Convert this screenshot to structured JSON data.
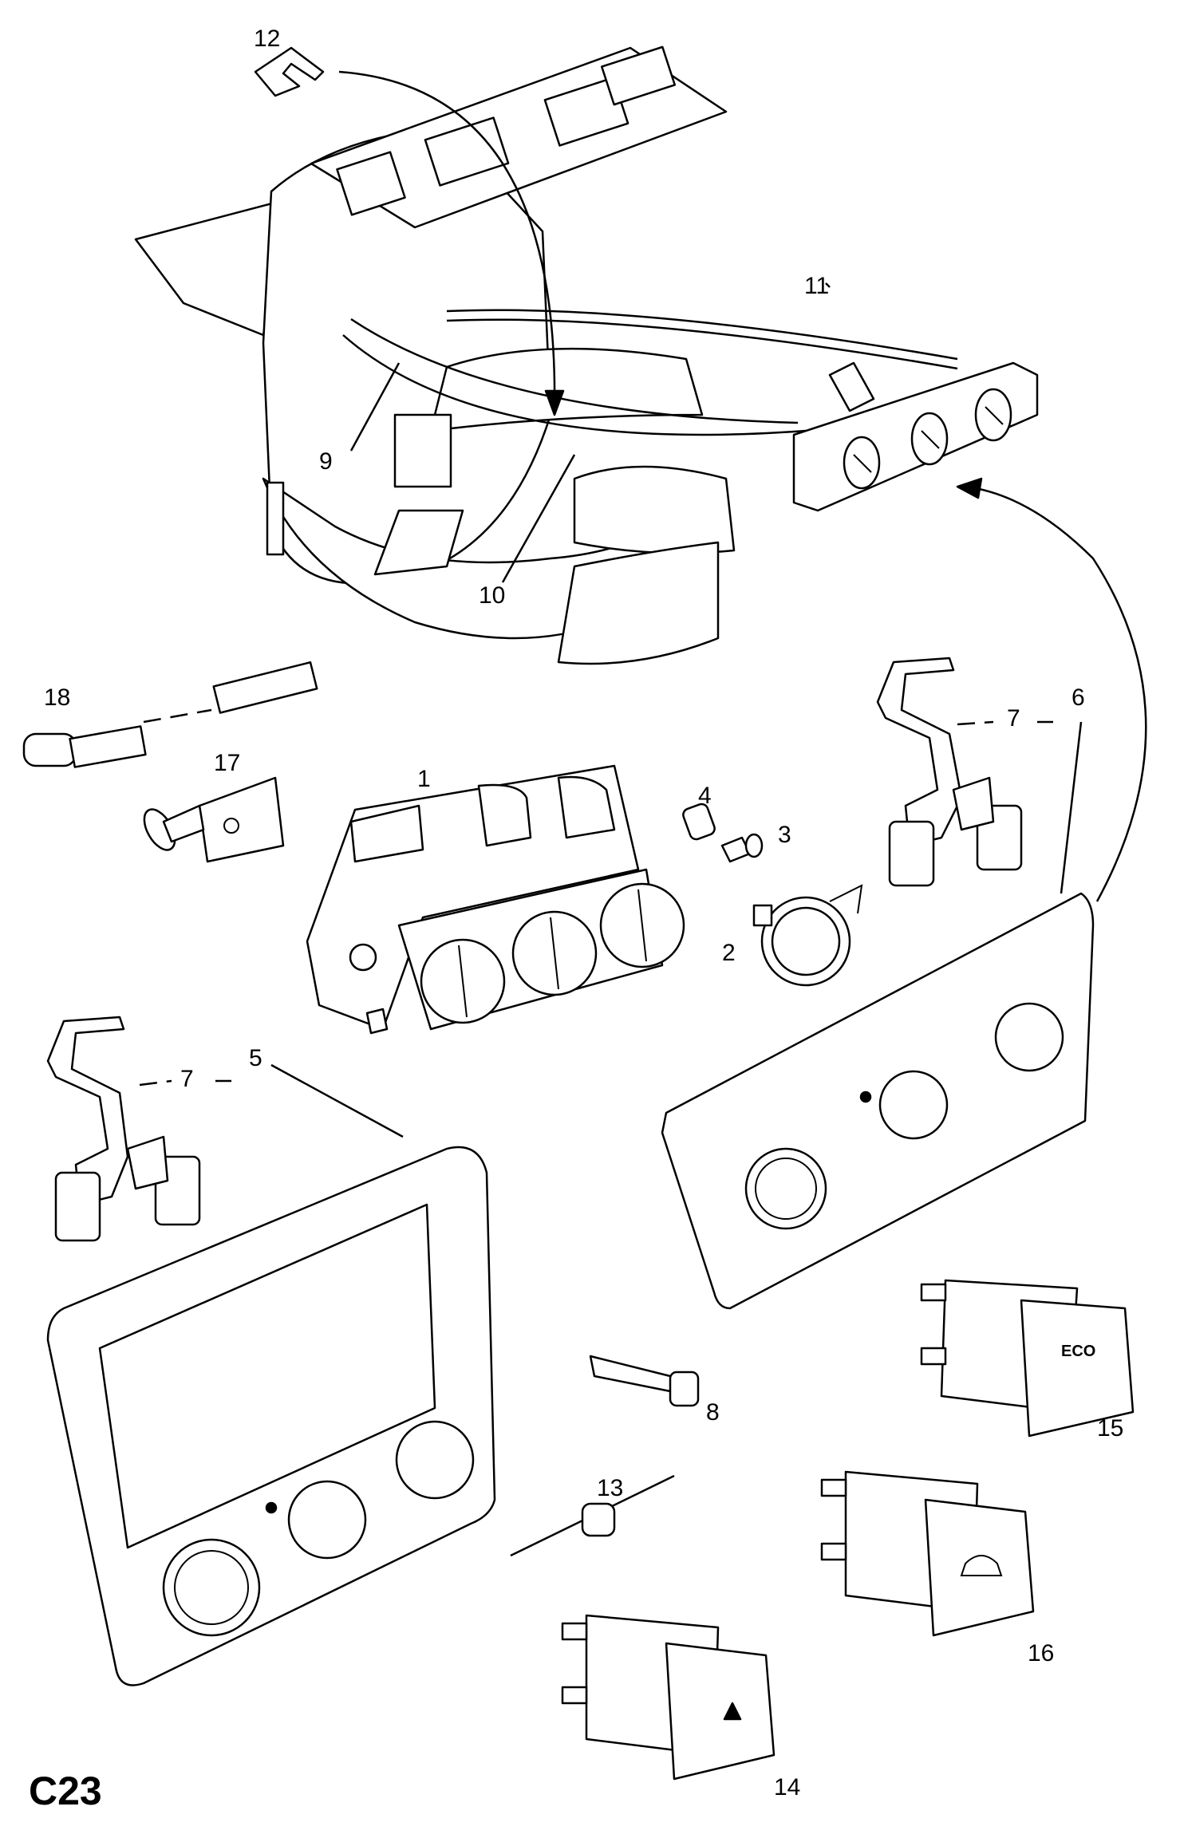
{
  "figure": {
    "code": "C23"
  },
  "callouts": {
    "p1": "1",
    "p2": "2",
    "p3": "3",
    "p4": "4",
    "p5": "5",
    "p6": "6",
    "p7a": "7",
    "p7b": "7",
    "p8": "8",
    "p9": "9",
    "p10": "10",
    "p11": "11",
    "p12": "12",
    "p13": "13",
    "p14": "14",
    "p15": "15",
    "p16": "16",
    "p17": "17",
    "p18": "18"
  },
  "switch_eco": {
    "label": "ECO"
  }
}
